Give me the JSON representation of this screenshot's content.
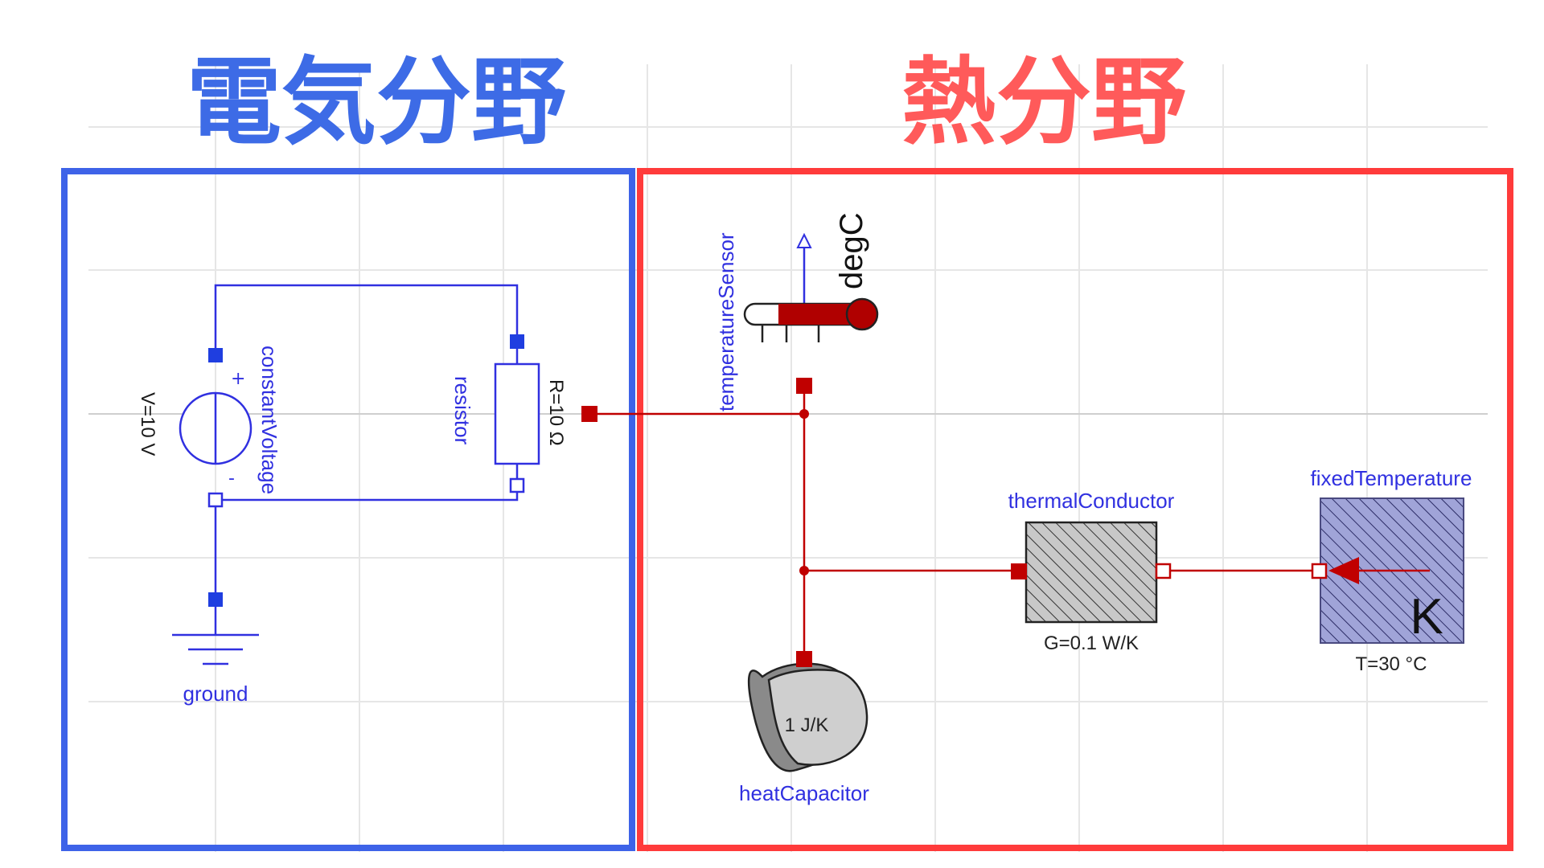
{
  "headers": {
    "electrical": "電気分野",
    "thermal": "熱分野"
  },
  "electrical": {
    "voltage_source_name": "constantVoltage",
    "voltage_source_param": "V=10 V",
    "plus_sign": "+",
    "minus_sign": "-",
    "resistor_name": "resistor",
    "resistor_param": "R=10 Ω",
    "ground_name": "ground"
  },
  "thermal": {
    "sensor_name": "temperatureSensor",
    "sensor_unit": "degC",
    "conductor_name": "thermalConductor",
    "conductor_param": "G=0.1 W/K",
    "fixed_temp_name": "fixedTemperature",
    "fixed_temp_param": "T=30 °C",
    "fixed_temp_symbol": "K",
    "capacitor_name": "heatCapacitor",
    "capacitor_param": "1 J/K"
  },
  "colors": {
    "electrical_frame": "#3e63e8",
    "thermal_frame": "#ff3b3b",
    "electrical_header": "#3d6be6",
    "thermal_header": "#ff5a5a",
    "electrical_wire": "#3030e0",
    "thermal_wire": "#c00000"
  }
}
